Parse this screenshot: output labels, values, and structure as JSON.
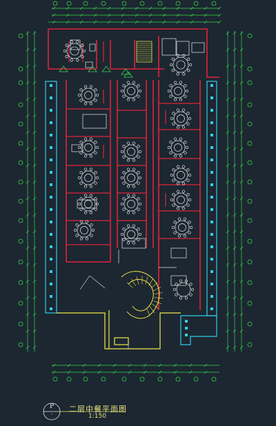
{
  "drawing": {
    "title": "二层中餐平面图",
    "scale": "1:150",
    "sheet_letter": "P",
    "sheet_sub": "-"
  },
  "colors": {
    "background": "#1c2731",
    "wall": "#e0243a",
    "dimension": "#37d64a",
    "furniture": "#e8e8e8",
    "corridor": "#2fd0ea",
    "accent": "#e8e07a",
    "stair": "#f2e84a"
  },
  "private_rooms": [
    {
      "name": "room-nw-1"
    },
    {
      "name": "room-n-2"
    },
    {
      "name": "room-ne-1"
    },
    {
      "name": "room-w-1"
    },
    {
      "name": "room-w-2"
    },
    {
      "name": "room-w-3"
    },
    {
      "name": "room-w-4"
    },
    {
      "name": "room-w-5"
    },
    {
      "name": "room-c-1"
    },
    {
      "name": "room-c-2"
    },
    {
      "name": "room-c-3"
    },
    {
      "name": "room-c-4"
    },
    {
      "name": "room-c-5"
    },
    {
      "name": "room-e-1"
    },
    {
      "name": "room-e-2"
    },
    {
      "name": "room-e-3"
    },
    {
      "name": "room-e-4"
    },
    {
      "name": "room-e-5"
    },
    {
      "name": "room-e-6"
    }
  ]
}
